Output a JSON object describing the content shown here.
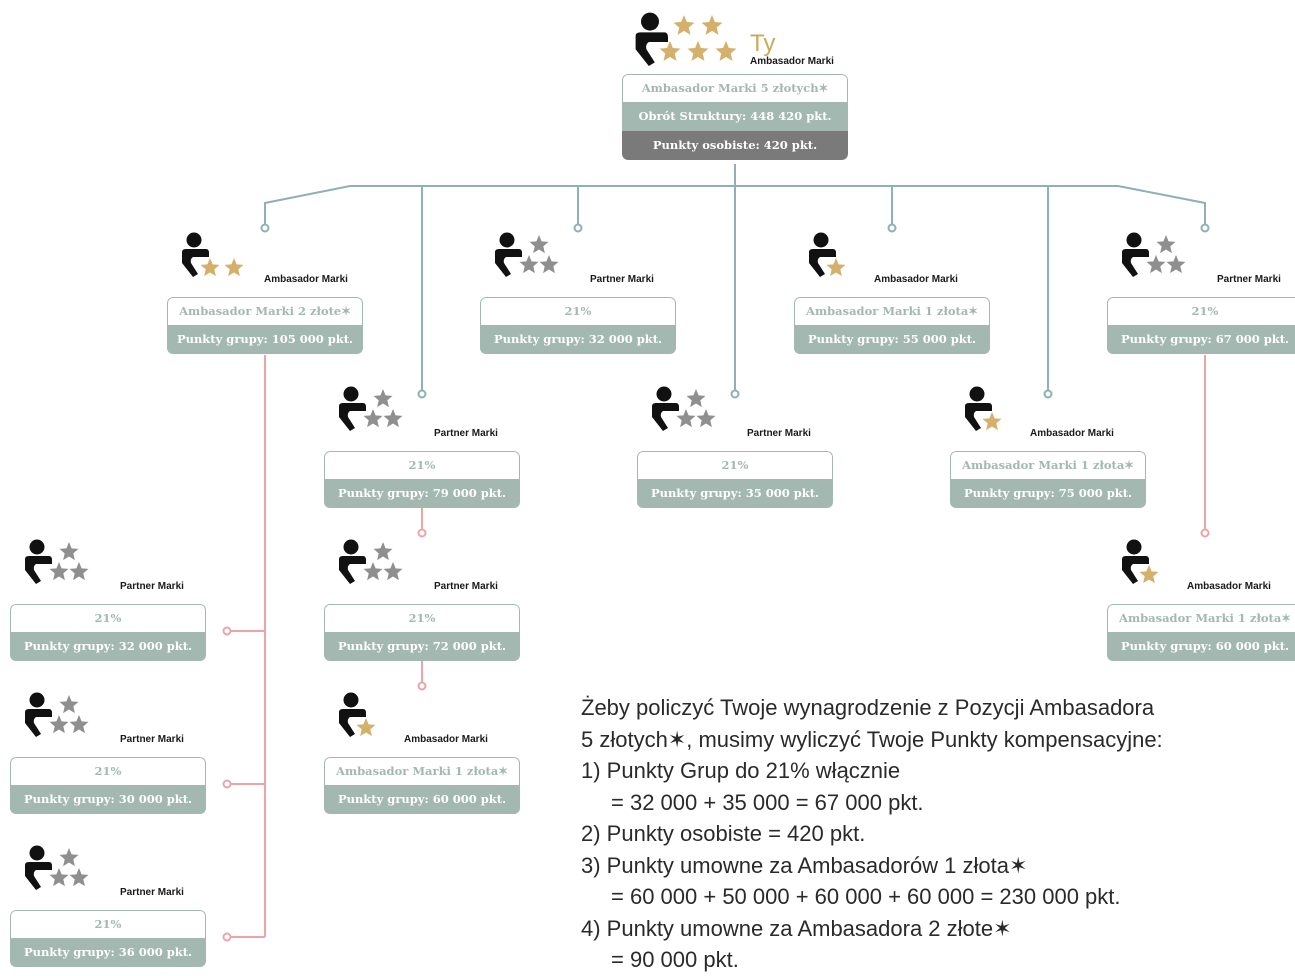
{
  "you": {
    "name": "Ty",
    "role": "Ambasador Marki",
    "rank": "Ambasador Marki 5 złotych✶",
    "structure": "Obrót Struktury: 448 420 pkt.",
    "personal": "Punkty osobiste: 420 pkt."
  },
  "nodes": [
    {
      "id": "a2",
      "role": "Ambasador Marki",
      "rank": "Ambasador Marki 2 złote✶",
      "points": "Punkty grupy: 105 000 pkt.",
      "stars": "2-gold"
    },
    {
      "id": "p1",
      "role": "Partner Marki",
      "rank": "21%",
      "points": "Punkty grupy: 32 000 pkt.",
      "stars": "3-grey"
    },
    {
      "id": "a1a",
      "role": "Ambasador Marki",
      "rank": "Ambasador Marki 1 złota✶",
      "points": "Punkty grupy: 55 000 pkt.",
      "stars": "1-gold"
    },
    {
      "id": "p2",
      "role": "Partner Marki",
      "rank": "21%",
      "points": "Punkty grupy: 67 000 pkt.",
      "stars": "3-grey"
    },
    {
      "id": "p3",
      "role": "Partner Marki",
      "rank": "21%",
      "points": "Punkty grupy: 79 000 pkt.",
      "stars": "3-grey"
    },
    {
      "id": "p4",
      "role": "Partner Marki",
      "rank": "21%",
      "points": "Punkty grupy: 35 000 pkt.",
      "stars": "3-grey"
    },
    {
      "id": "a1b",
      "role": "Ambasador Marki",
      "rank": "Ambasador Marki 1 złota✶",
      "points": "Punkty grupy: 75 000 pkt.",
      "stars": "1-gold"
    },
    {
      "id": "p5",
      "role": "Partner Marki",
      "rank": "21%",
      "points": "Punkty grupy: 72 000 pkt.",
      "stars": "3-grey"
    },
    {
      "id": "a1c",
      "role": "Ambasador Marki",
      "rank": "Ambasador Marki 1 złota✶",
      "points": "Punkty grupy: 60 000 pkt.",
      "stars": "1-gold"
    },
    {
      "id": "a1d",
      "role": "Ambasador Marki",
      "rank": "Ambasador Marki 1 złota✶",
      "points": "Punkty grupy: 60 000 pkt.",
      "stars": "1-gold"
    },
    {
      "id": "p6",
      "role": "Partner Marki",
      "rank": "21%",
      "points": "Punkty grupy: 32 000 pkt.",
      "stars": "3-grey"
    },
    {
      "id": "p7",
      "role": "Partner Marki",
      "rank": "21%",
      "points": "Punkty grupy: 30 000 pkt.",
      "stars": "3-grey"
    },
    {
      "id": "p8",
      "role": "Partner Marki",
      "rank": "21%",
      "points": "Punkty grupy: 36 000 pkt.",
      "stars": "3-grey"
    }
  ],
  "notes": [
    "Żeby policzyć Twoje wynagrodzenie z Pozycji Ambasadora",
    "5 złotych✶, musimy wyliczyć Twoje Punkty kompensacyjne:",
    "1) Punkty Grup do 21% włącznie",
    "= 32 000 + 35 000 = 67 000 pkt.",
    "2) Punkty osobiste = 420 pkt.",
    "3) Punkty umowne za Ambasadorów 1 złota✶",
    "= 60 000 + 50 000 + 60 000 + 60 000 = 230 000 pkt.",
    "4) Punkty umowne za Ambasadora 2 złote✶",
    "= 90 000 pkt."
  ],
  "colors": {
    "gold": "#d4b06a",
    "grey_star": "#8f8f8f",
    "card_green": "#a3b8b0",
    "card_dark": "#7a7a7a",
    "line_teal": "#8fb0b6",
    "line_pink": "#eba5a5"
  },
  "icons": [
    "person-icon",
    "star-icon"
  ]
}
